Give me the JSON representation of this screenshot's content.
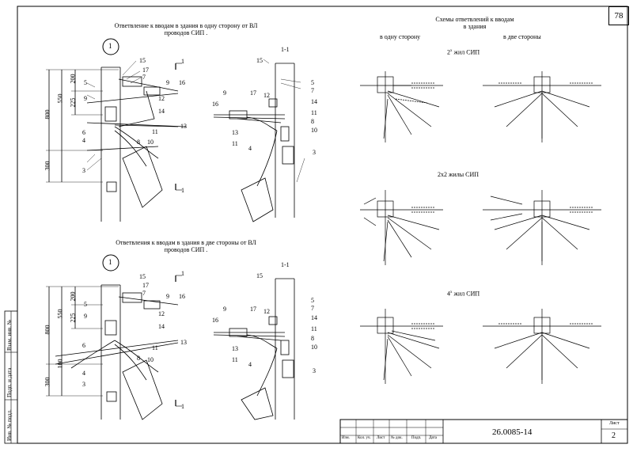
{
  "sheet_number": "78",
  "left": {
    "top_title_line1": "Ответвление к вводам в здания в одну сторону от ВЛ",
    "top_title_line2": "проводов СИП .",
    "bottom_title_line1": "Ответвления к вводам в здания в две стороны от ВЛ",
    "bottom_title_line2": "проводов СИП .",
    "circle_label": "1",
    "section_label": "1-1",
    "section_mark": "1",
    "dims_top": [
      "200",
      "550",
      "225",
      "800",
      "300"
    ],
    "dims_bottom": [
      "200",
      "550",
      "225",
      "800",
      "100",
      "300"
    ],
    "labels_left_view": [
      "15",
      "17",
      "7",
      "9",
      "16",
      "5",
      "12",
      "14",
      "13",
      "11",
      "10",
      "6",
      "4",
      "8",
      "3",
      "9"
    ],
    "labels_section_view": [
      "15",
      "5",
      "7",
      "14",
      "17",
      "12",
      "9",
      "16",
      "11",
      "8",
      "13",
      "10",
      "11",
      "4",
      "3"
    ]
  },
  "right": {
    "title_line1": "Схемы ответвлений к вводам",
    "title_line2": "в здания",
    "col_one": "в одну сторону",
    "col_two": "в две стороны",
    "row1_label": "2",
    "row1_sup": "х",
    "row1_label_rest": " жил СИП",
    "row2_label": "2х2 жилы СИП",
    "row3_label": "4",
    "row3_sup": "х",
    "row3_label_rest": " жил СИП"
  },
  "stamp": {
    "doc_code": "26.0085-14",
    "sheet_label": "Лист",
    "sheet_value": "2",
    "cols": [
      "Изм.",
      "Кол. уч.",
      "Лист",
      "№ док.",
      "Подп.",
      "Дата"
    ]
  },
  "side_stamp": [
    "Инв. № подл.",
    "Подп. и дата",
    "Взам. инв. №"
  ]
}
